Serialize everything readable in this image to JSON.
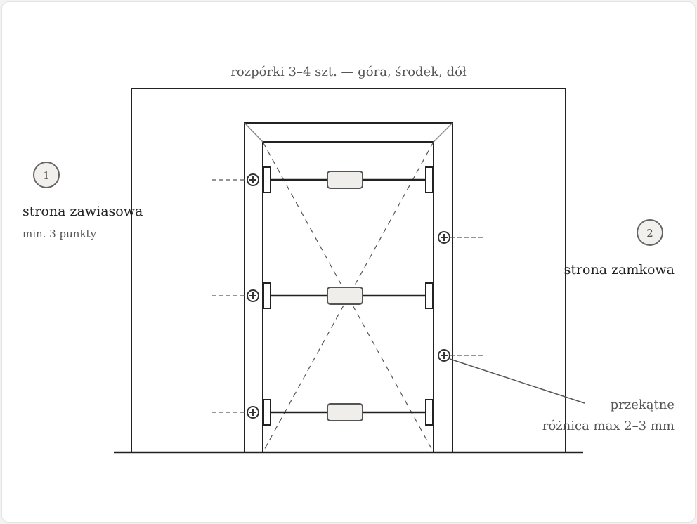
{
  "labels": {
    "top": "rozpórki 3–4 szt. — góra, środek, dół",
    "hinge_title": "strona zawiasowa",
    "hinge_sub": "min. 3 punkty",
    "lock_title": "strona zamkowa",
    "diag_title": "przekątne",
    "diag_sub": "różnica max 2–3 mm"
  },
  "badges": {
    "hinge": "1",
    "lock": "2"
  },
  "colors": {
    "stroke": "#222222",
    "text": "#555555",
    "spreader_fill": "#efeeea",
    "badge_fill": "#f1f0ec"
  }
}
